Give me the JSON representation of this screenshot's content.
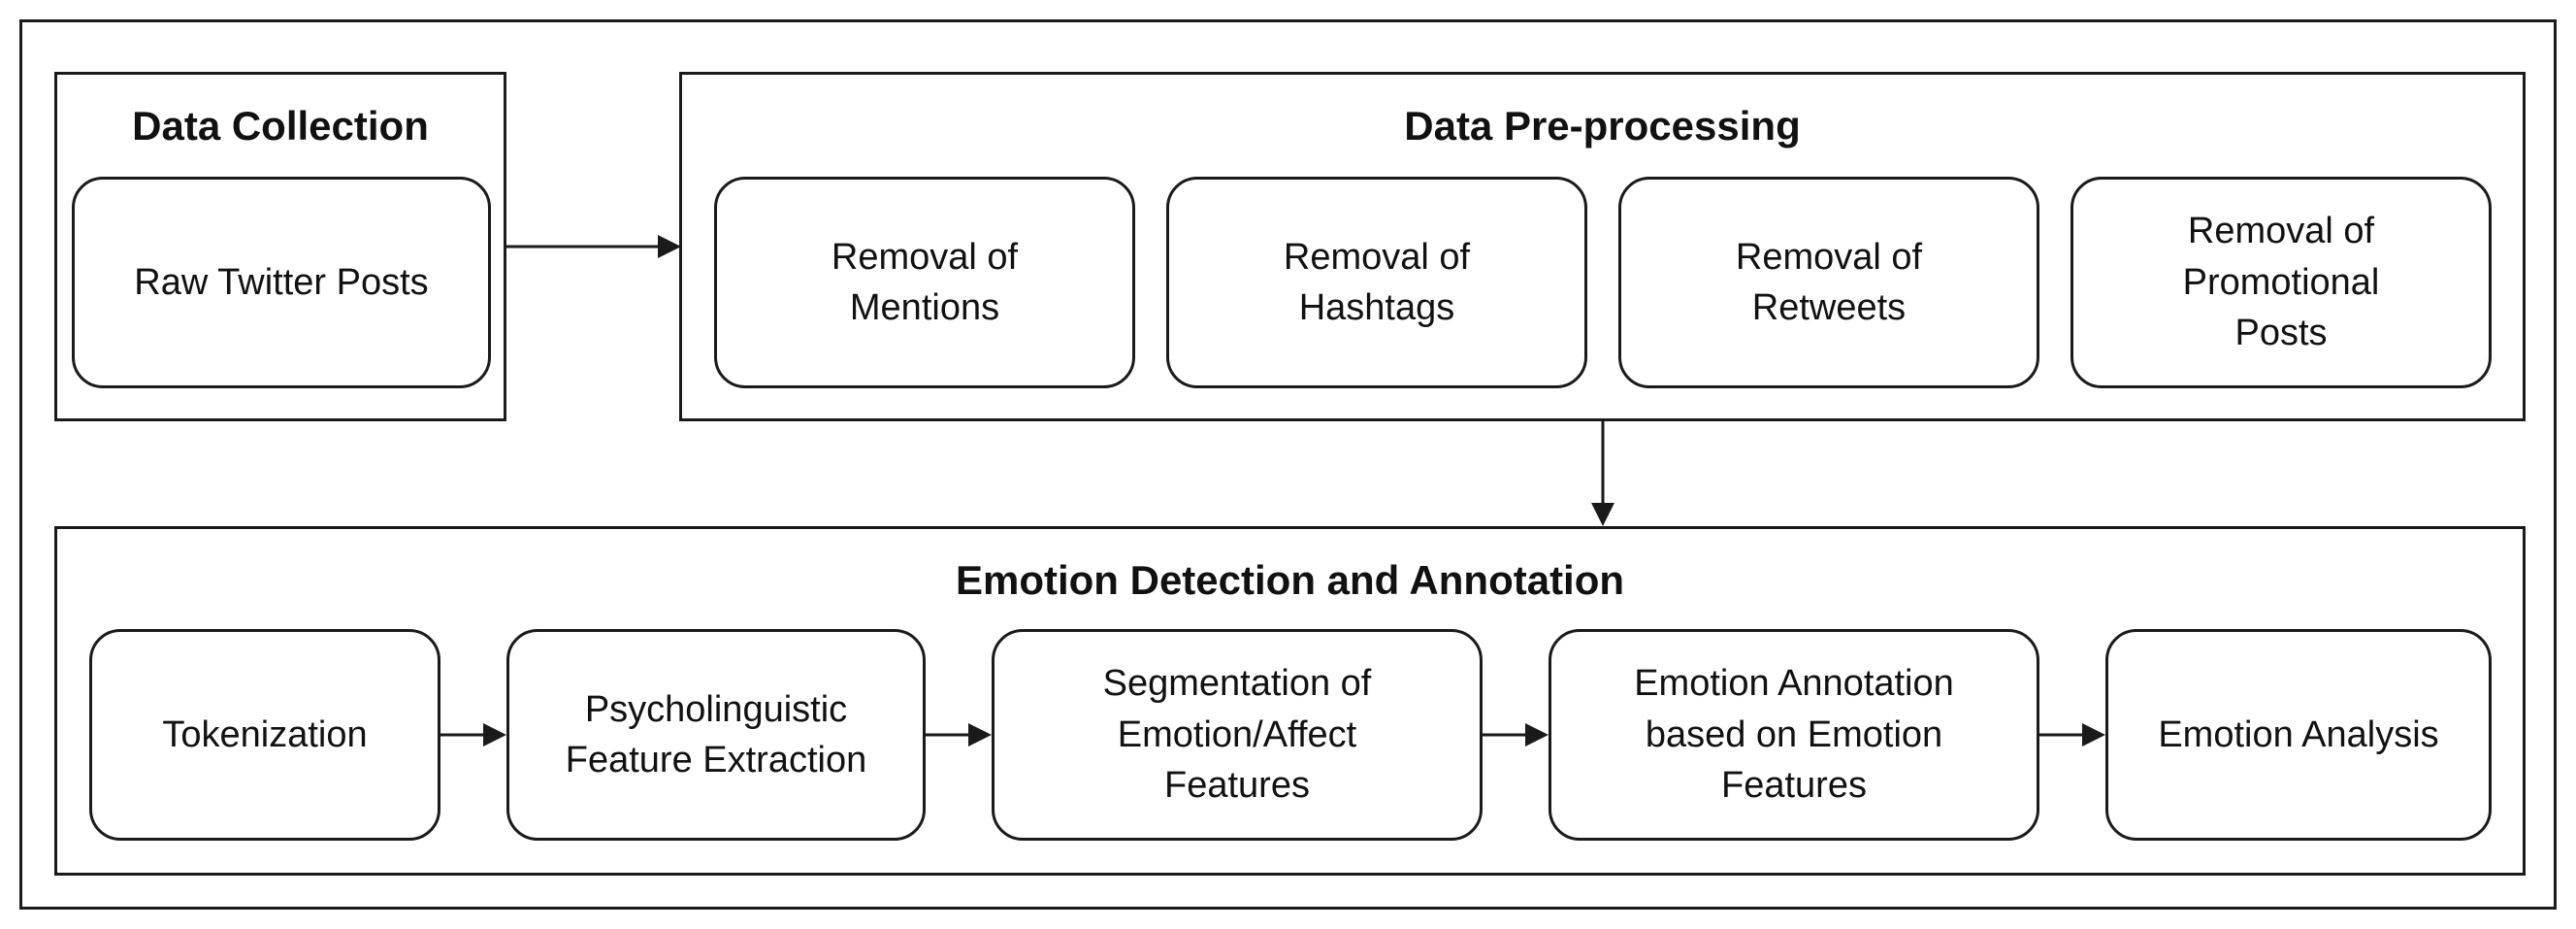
{
  "colors": {
    "stroke": "#1a1a1a",
    "text": "#111111",
    "background": "#ffffff"
  },
  "data_collection": {
    "title": "Data Collection",
    "nodes": [
      "Raw Twitter Posts"
    ]
  },
  "preprocessing": {
    "title": "Data Pre-processing",
    "nodes": [
      "Removal of\nMentions",
      "Removal of\nHashtags",
      "Removal of\nRetweets",
      "Removal of\nPromotional\nPosts"
    ]
  },
  "emotion": {
    "title": "Emotion Detection and Annotation",
    "nodes": [
      "Tokenization",
      "Psycholinguistic\nFeature Extraction",
      "Segmentation of\nEmotion/Affect\nFeatures",
      "Emotion Annotation\nbased on Emotion\nFeatures",
      "Emotion Analysis"
    ]
  }
}
